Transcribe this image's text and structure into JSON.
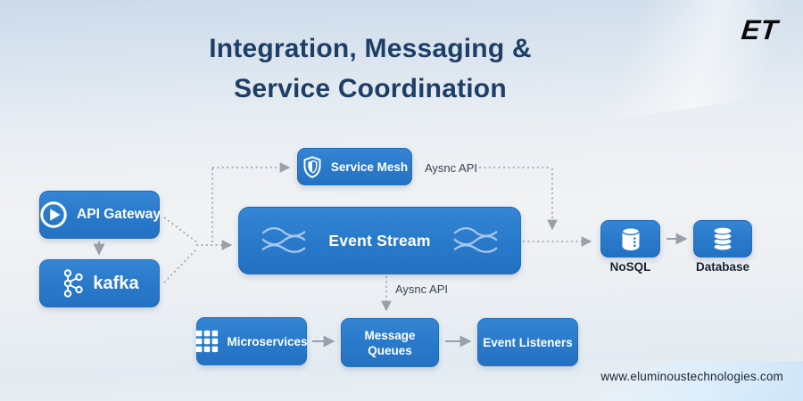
{
  "header": {
    "title_line1": "Integration, Messaging &",
    "title_line2": "Service Coordination",
    "logo_text": "ET"
  },
  "diagram": {
    "nodes": {
      "api_gateway": {
        "label": "API Gateway",
        "icon": "play-icon"
      },
      "kafka": {
        "label": "kafka",
        "icon": "kafka-icon"
      },
      "service_mesh": {
        "label": "Service Mesh",
        "icon": "shield-icon"
      },
      "event_stream": {
        "label": "Event Stream",
        "icon": "waves-icon"
      },
      "nosql": {
        "label": "NoSQL",
        "icon": "database-cylinder-icon"
      },
      "database": {
        "label": "Database",
        "icon": "database-stack-icon"
      },
      "microservices": {
        "label": "Microservices",
        "icon": "grid-icon"
      },
      "message_queues": {
        "label": "Message Queues"
      },
      "event_listeners": {
        "label": "Event Listeners"
      }
    },
    "edge_labels": {
      "async_api_top": "Aysnc API",
      "async_api_bottom": "Aysnc API"
    }
  },
  "footer": {
    "website": "www.eluminoustechnologies.com"
  },
  "colors": {
    "node_blue": "#2b7ccd",
    "title_navy": "#1d3e66",
    "connector_gray": "#9aa2ac",
    "wave_blue": "#a6c6ea",
    "logo_black": "#0a0a0a"
  }
}
